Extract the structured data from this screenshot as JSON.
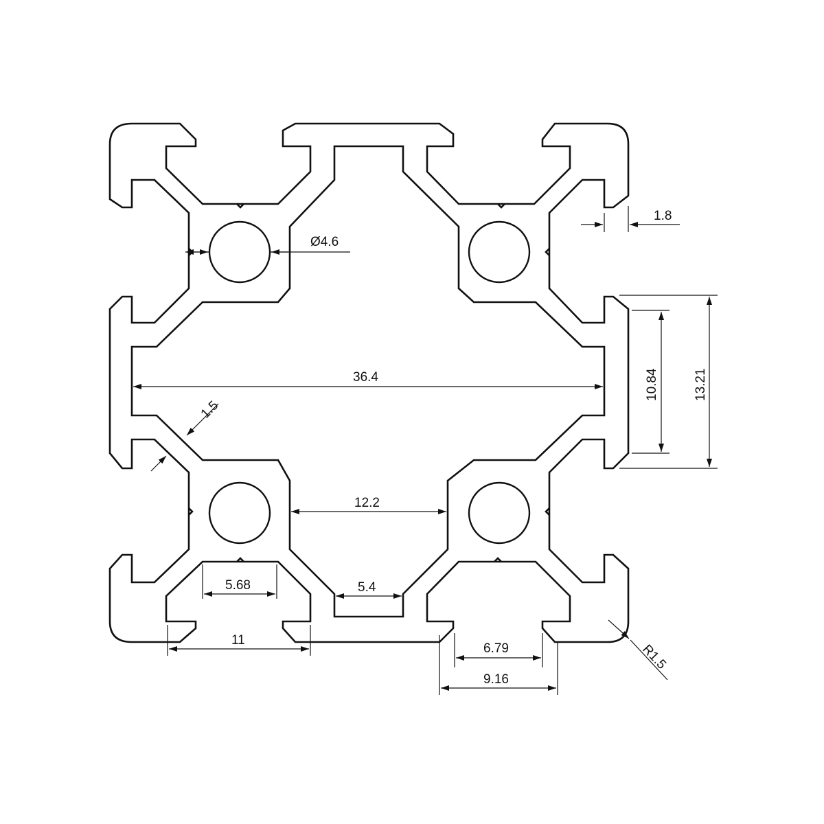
{
  "drawing": {
    "line_color": "#111111",
    "background": "#ffffff",
    "dimensions": {
      "diameter": "Ø4.6",
      "slot_depth": "1.8",
      "width_36": "36.4",
      "wall": "1.5",
      "height_1084": "10.84",
      "height_1321": "13.21",
      "center_122": "12.2",
      "slot_568": "5.68",
      "slot_54": "5.4",
      "slot_11": "11",
      "slot_679": "6.79",
      "slot_916": "9.16",
      "radius": "R1.5"
    }
  }
}
